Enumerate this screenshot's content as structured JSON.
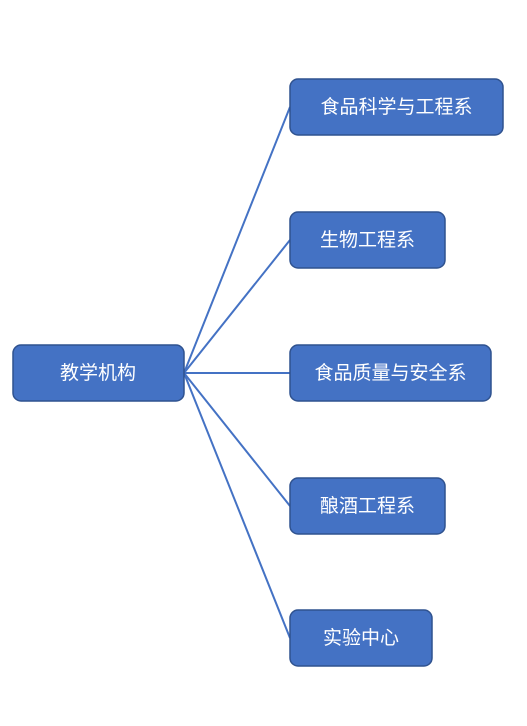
{
  "diagram": {
    "root": {
      "label": "教学机构",
      "color": "#4472c4"
    },
    "children": [
      {
        "label": "食品科学与工程系"
      },
      {
        "label": "生物工程系"
      },
      {
        "label": "食品质量与安全系"
      },
      {
        "label": "酿酒工程系"
      },
      {
        "label": "实验中心"
      }
    ],
    "colors": {
      "node_fill": "#4472c4",
      "node_stroke": "#2f528f",
      "connector": "#4472c4",
      "text": "#ffffff"
    }
  }
}
